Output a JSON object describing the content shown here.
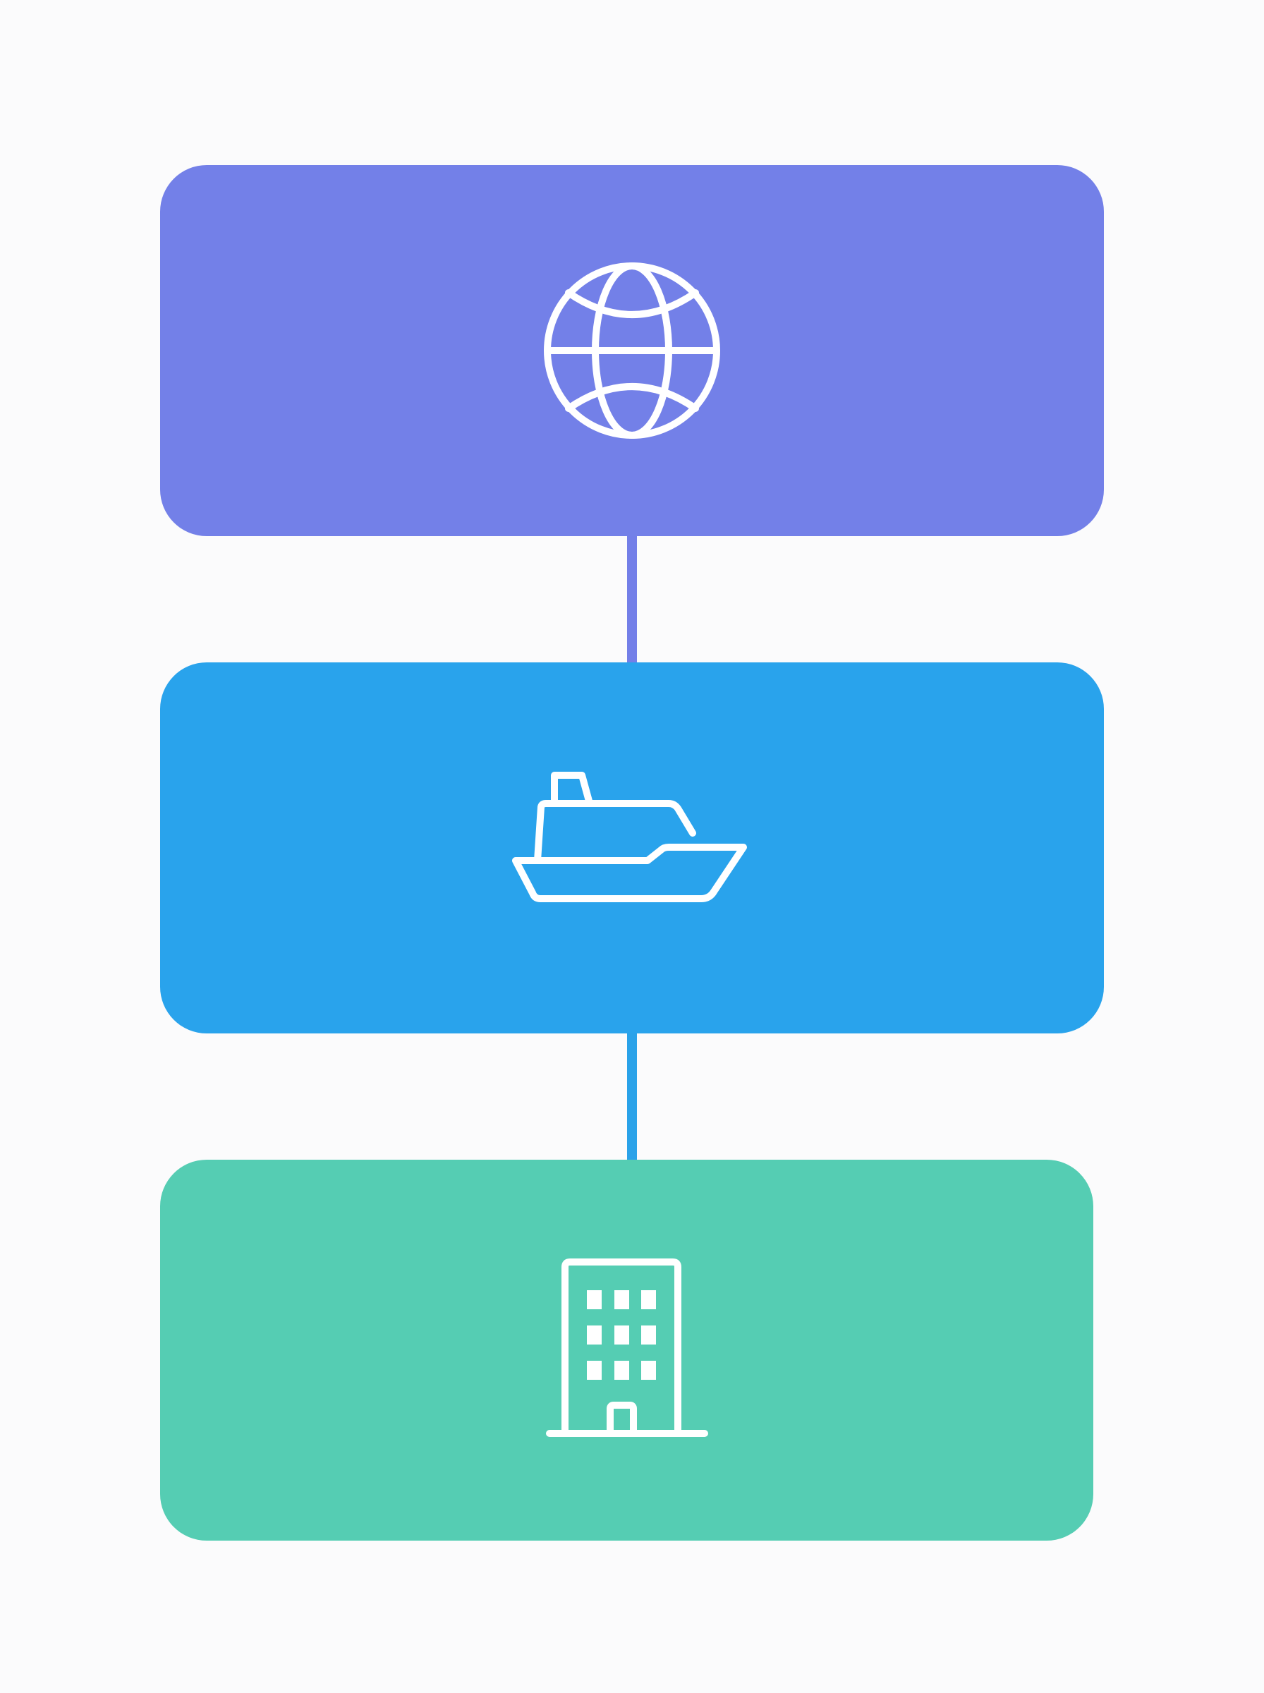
{
  "colors": {
    "background": "#fbfbfc",
    "card_global": "#7380e8",
    "card_shipping": "#29a3ec",
    "card_building": "#55cdb3",
    "connector_1": "#737fe8",
    "connector_2": "#2aa2e9",
    "icon_stroke": "#ffffff"
  },
  "nodes": [
    {
      "id": "global",
      "icon": "globe-icon"
    },
    {
      "id": "shipping",
      "icon": "ship-icon"
    },
    {
      "id": "building",
      "icon": "building-icon"
    }
  ],
  "edges": [
    {
      "from": "global",
      "to": "shipping"
    },
    {
      "from": "shipping",
      "to": "building"
    }
  ]
}
